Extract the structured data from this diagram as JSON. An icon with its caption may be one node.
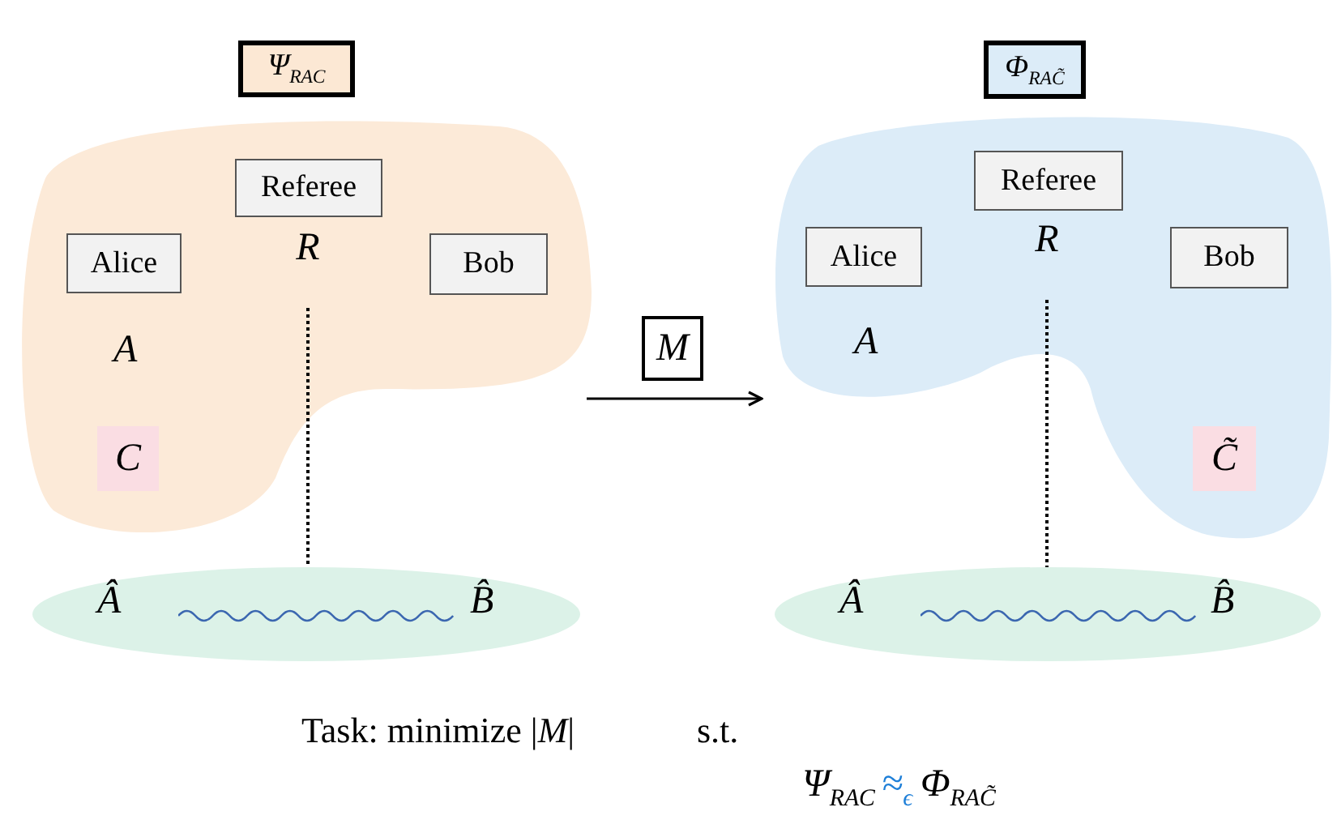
{
  "diagram": {
    "nodes": [
      {
        "text": [
          "Ψ$_{RAC}$"
        ]
      },
      {
        "text": [],
        "shape": "cloud"
      },
      {
        "text": [
          "Referee"
        ],
        "in": 1
      },
      {
        "text": [
          "Alice"
        ],
        "in": 1
      },
      {
        "text": [
          "R"
        ],
        "in": 1
      },
      {
        "text": [
          "Bob"
        ],
        "in": 1
      },
      {
        "text": [
          "C"
        ],
        "in": 1
      },
      {
        "text": [
          "Â",
          "B̂"
        ]
      },
      {
        "text": [
          "Φ$_{RAC̃}$"
        ]
      },
      {
        "text": [],
        "shape": "cloud"
      },
      {
        "text": [
          "Referee"
        ],
        "in": 9
      },
      {
        "text": [
          "Alice"
        ],
        "in": 9
      },
      {
        "text": [
          "R"
        ],
        "in": 9
      },
      {
        "text": [
          "Bob"
        ],
        "in": 9
      },
      {
        "text": [
          "C̃"
        ],
        "in": 9
      },
      {
        "text": [
          "Â",
          "B̂"
        ]
      }
    ],
    "edges": [
      {
        "from": 4,
        "to": 7,
        "arrow": "none",
        "style": "dashed"
      },
      {
        "from": 12,
        "to": 15,
        "arrow": "none",
        "style": "dashed"
      },
      {
        "from": 1,
        "to": 9,
        "arrow": "to",
        "label": "M"
      }
    ],
    "labels": [
      "A",
      "A",
      "Task: minimize |*M*|",
      "s.t.",
      "Ψ$_{RAC}$",
      "≈$_{ϵ}$",
      "Φ$_{RAC̃}$"
    ]
  }
}
